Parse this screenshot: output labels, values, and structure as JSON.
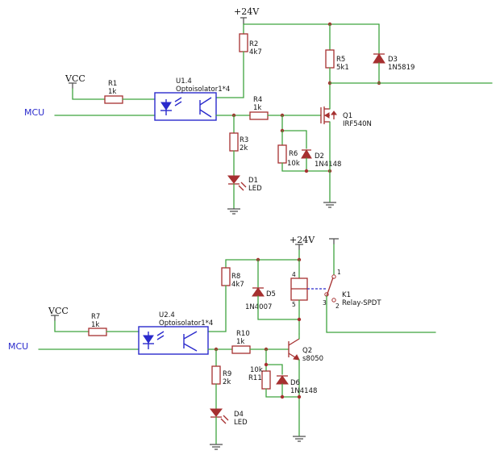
{
  "circuit_top": {
    "supply_label": "+24V",
    "vcc_label": "VCC",
    "mcu_label": "MCU",
    "R1": {
      "ref": "R1",
      "value": "1k"
    },
    "U1": {
      "ref": "U1.4",
      "value": "Optoisolator1*4"
    },
    "R2": {
      "ref": "R2",
      "value": "4k7"
    },
    "R3": {
      "ref": "R3",
      "value": "2k"
    },
    "R4": {
      "ref": "R4",
      "value": "1k"
    },
    "R5": {
      "ref": "R5",
      "value": "5k1"
    },
    "R6": {
      "ref": "R6",
      "value": "10k"
    },
    "D1": {
      "ref": "D1",
      "value": "LED"
    },
    "D2": {
      "ref": "D2",
      "value": "1N4148"
    },
    "D3": {
      "ref": "D3",
      "value": "1N5819"
    },
    "Q1": {
      "ref": "Q1",
      "value": "IRF540N"
    }
  },
  "circuit_bottom": {
    "supply_label": "+24V",
    "vcc_label": "VCC",
    "mcu_label": "MCU",
    "R7": {
      "ref": "R7",
      "value": "1k"
    },
    "U2": {
      "ref": "U2.4",
      "value": "Optoisolator1*4"
    },
    "R8": {
      "ref": "R8",
      "value": "4k7"
    },
    "R9": {
      "ref": "R9",
      "value": "2k"
    },
    "R10": {
      "ref": "R10",
      "value": "1k"
    },
    "R11": {
      "ref": "R11",
      "value": "10k"
    },
    "D4": {
      "ref": "D4",
      "value": "LED"
    },
    "D5": {
      "ref": "D5",
      "value": "1N4007"
    },
    "D6": {
      "ref": "D6",
      "value": "1N4148"
    },
    "Q2": {
      "ref": "Q2",
      "value": "s8050"
    },
    "K1": {
      "ref": "K1",
      "value": "Relay-SPDT",
      "pins": [
        "1",
        "2",
        "3",
        "4",
        "5"
      ]
    }
  },
  "colors": {
    "wire": "#3fa33f",
    "component": "#a63030",
    "optocoupler": "#2a2acc",
    "ground": "#555555"
  }
}
